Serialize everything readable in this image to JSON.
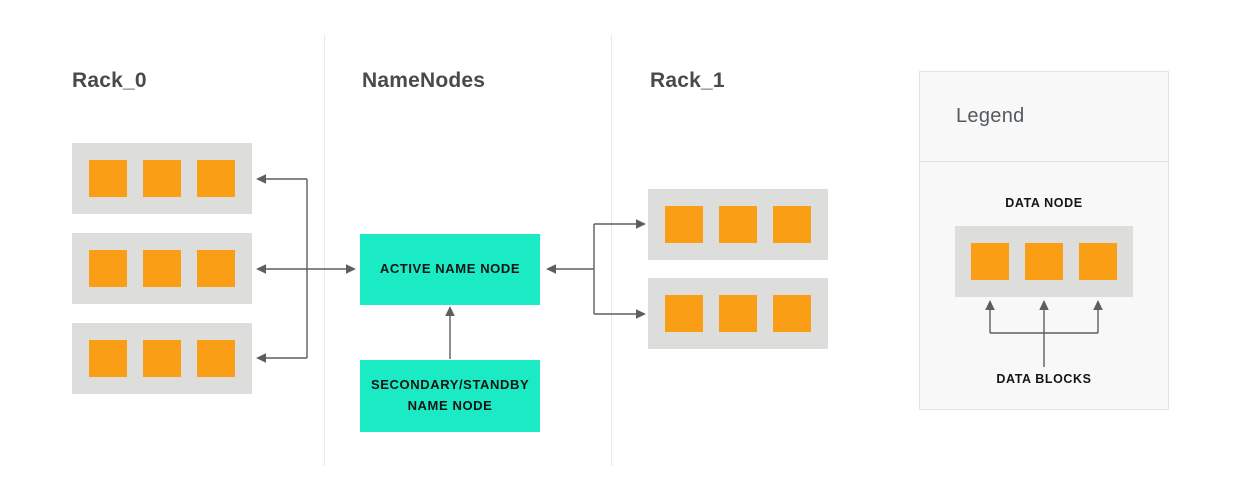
{
  "sections": {
    "rack0": {
      "label": "Rack_0"
    },
    "namenodes": {
      "label": "NameNodes",
      "active_label": "ACTIVE NAME NODE",
      "secondary_label": "SECONDARY/STANDBY NAME NODE"
    },
    "rack1": {
      "label": "Rack_1"
    }
  },
  "legend": {
    "title": "Legend",
    "data_node_label": "DATA NODE",
    "data_blocks_label": "DATA BLOCKS"
  },
  "colors": {
    "orange": "#FA9E15",
    "teal": "#1AEBC4",
    "node_bg": "#DDDDDC",
    "panel_bg": "#F8F8F8",
    "panel_border": "#E4E4E4",
    "divider": "#E9E9E9",
    "arrow": "#5E5E62",
    "heading_text": "#4A4A4A",
    "label_text": "#141414"
  }
}
